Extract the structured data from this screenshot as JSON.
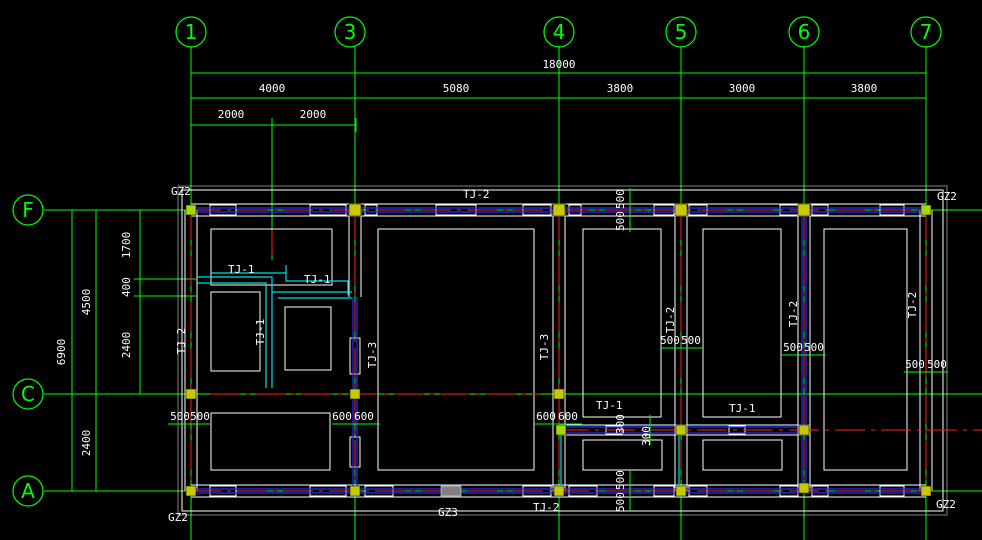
{
  "colors": {
    "background": "#000000",
    "grid_line": "#00ff00",
    "dimension": "#00ff00",
    "outline": "#ffffff",
    "centerline": "#ff2020",
    "beam": "#0000ff",
    "inner_beam": "#00ffff",
    "column": "#c8c800",
    "column_green": "#88d000",
    "text": "#ffffff"
  },
  "axes": {
    "vertical": [
      "1",
      "3",
      "4",
      "5",
      "6",
      "7"
    ],
    "horizontal": [
      "F",
      "C",
      "A"
    ]
  },
  "dimensions": {
    "overall_top": "18000",
    "top_segments": [
      "4000",
      "5080",
      "3800",
      "3000",
      "3800"
    ],
    "top_sub": [
      "2000",
      "2000"
    ],
    "left_overall": "6900",
    "left_parts": [
      "4500",
      "2400"
    ],
    "left_sub": [
      "1700",
      "400",
      "2400"
    ],
    "beam_widths": {
      "top_row": [
        "500",
        "500"
      ],
      "bottom_row": [
        "500",
        "500"
      ],
      "axis5": [
        "500",
        "500"
      ],
      "axis6": [
        "500",
        "500"
      ],
      "axis7": [
        "500",
        "500"
      ],
      "axis1": [
        "500",
        "500"
      ],
      "axis3": [
        "600",
        "600"
      ],
      "axis4": [
        "600",
        "600"
      ],
      "mid_small": [
        "300",
        "300"
      ]
    }
  },
  "labels": {
    "gz_top_left": "GZ2",
    "gz_top_right": "GZ2",
    "gz_bottom_left": "GZ2",
    "gz_bottom_right": "GZ2",
    "gz3": "GZ3",
    "tj_top": "TJ-2",
    "tj_bottom": "TJ-2",
    "tj1_a": "TJ-1",
    "tj1_b": "TJ-1",
    "tj1_c": "TJ-1",
    "tj1_d": "TJ-1",
    "tj1_vertical": "TJ-1",
    "tj2_axis1": "TJ-2",
    "tj3_axis3": "TJ-3",
    "tj3_axis4": "TJ-3",
    "tj2_axis5": "TJ-2",
    "tj2_axis6": "TJ-2",
    "tj2_axis7": "TJ-2"
  }
}
